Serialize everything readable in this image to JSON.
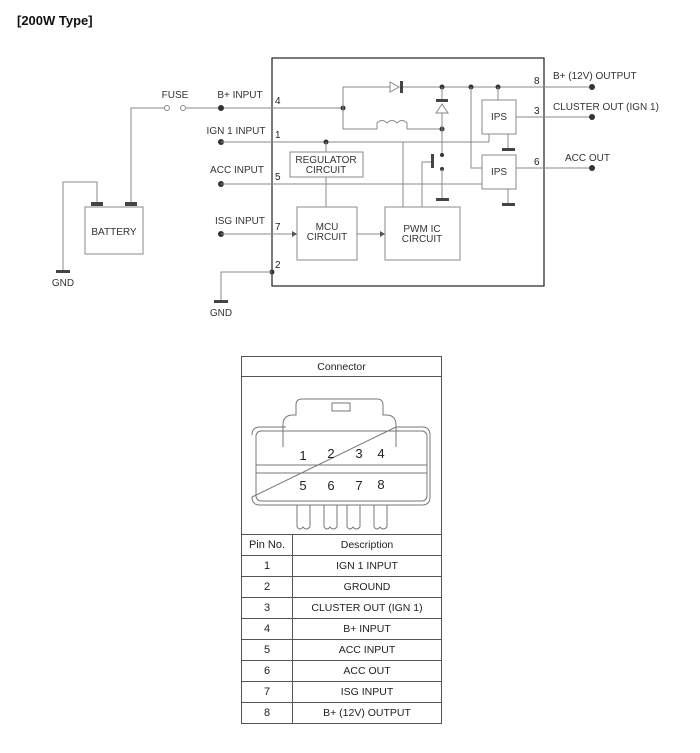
{
  "title": "[200W Type]",
  "schematic": {
    "external_labels": {
      "fuse": "FUSE",
      "b_plus_input": "B+ INPUT",
      "ign1_input": "IGN 1 INPUT",
      "acc_input": "ACC INPUT",
      "isg_input": "ISG INPUT",
      "b_plus_output": "B+ (12V) OUTPUT",
      "cluster_out": "CLUSTER OUT (IGN 1)",
      "acc_out": "ACC OUT",
      "battery": "BATTERY",
      "gnd_battery": "GND",
      "gnd_module": "GND"
    },
    "pins": {
      "p4": "4",
      "p1": "1",
      "p5": "5",
      "p7": "7",
      "p2": "2",
      "p8": "8",
      "p3": "3",
      "p6": "6"
    },
    "blocks": {
      "regulator_line1": "REGULATOR",
      "regulator_line2": "CIRCUIT",
      "mcu_line1": "MCU",
      "mcu_line2": "CIRCUIT",
      "pwm_line1": "PWM IC",
      "pwm_line2": "CIRCUIT",
      "ips_top": "IPS",
      "ips_bottom": "IPS"
    }
  },
  "connector": {
    "title": "Connector",
    "face_pins_row1": [
      "1",
      "2",
      "3",
      "4"
    ],
    "face_pins_row2": [
      "5",
      "6",
      "7",
      "8"
    ],
    "columns": {
      "pin": "Pin No.",
      "description": "Description"
    },
    "rows": [
      {
        "pin": "1",
        "description": "IGN 1 INPUT"
      },
      {
        "pin": "2",
        "description": "GROUND"
      },
      {
        "pin": "3",
        "description": "CLUSTER OUT (IGN 1)"
      },
      {
        "pin": "4",
        "description": "B+ INPUT"
      },
      {
        "pin": "5",
        "description": "ACC INPUT"
      },
      {
        "pin": "6",
        "description": "ACC OUT"
      },
      {
        "pin": "7",
        "description": "ISG INPUT"
      },
      {
        "pin": "8",
        "description": "B+ (12V) OUTPUT"
      }
    ]
  }
}
